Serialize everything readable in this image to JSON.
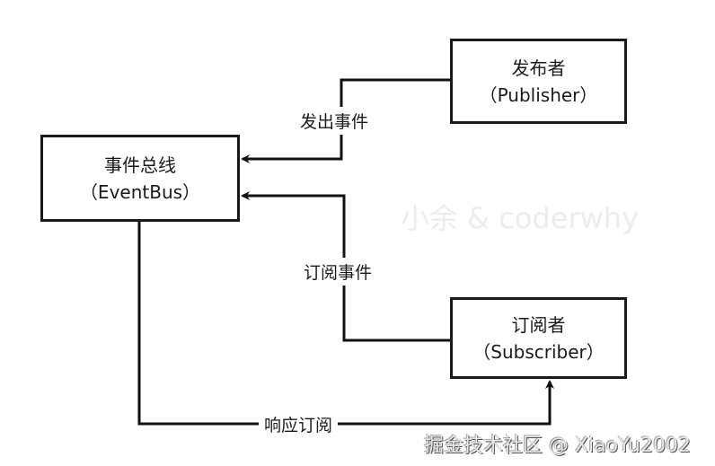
{
  "nodes": {
    "eventbus": {
      "title": "事件总线",
      "subtitle": "（EventBus）"
    },
    "publisher": {
      "title": "发布者",
      "subtitle": "（Publisher）"
    },
    "subscriber": {
      "title": "订阅者",
      "subtitle": "（Subscriber）"
    }
  },
  "edges": {
    "emit": {
      "label": "发出事件",
      "from": "publisher",
      "to": "eventbus"
    },
    "subscribe": {
      "label": "订阅事件",
      "from": "subscriber",
      "to": "eventbus"
    },
    "respond": {
      "label": "响应订阅",
      "from": "eventbus",
      "to": "subscriber"
    }
  },
  "watermark": {
    "text": "小余 & coderwhy"
  },
  "credit": {
    "text": "掘金技术社区 @ XiaoYu2002"
  },
  "colors": {
    "line": "#111111",
    "box_border": "#1a1a1a",
    "watermark": "#ececec"
  }
}
